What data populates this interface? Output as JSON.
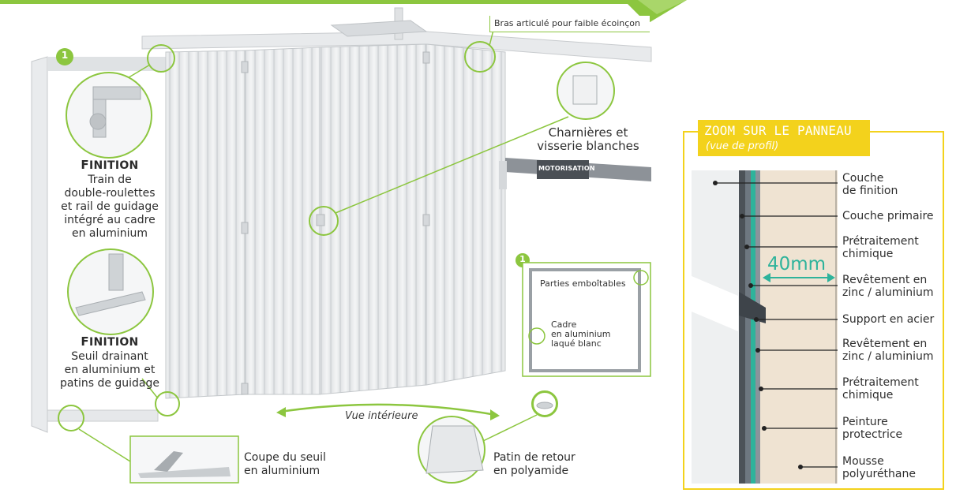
{
  "colors": {
    "accent_green": "#8cc63f",
    "zoom_yellow": "#f3d21c",
    "teal": "#2eb39b",
    "foam": "#efe3d2"
  },
  "top_note": "Bras articulé pour faible écoinçon",
  "motor_label": "MOTORISATION",
  "step_number": "1",
  "hinges": {
    "line1": "Charnières et",
    "line2": "visserie blanches"
  },
  "finish1": {
    "heading": "Finition",
    "lines": [
      "Train de",
      "double-roulettes",
      "et rail de guidage",
      "intégré au cadre",
      "en aluminium"
    ]
  },
  "finish2": {
    "heading": "Finition",
    "lines": [
      "Seuil drainant",
      "en aluminium et",
      "patins de guidage"
    ]
  },
  "interior_view": "Vue intérieure",
  "frame_inset": {
    "top_label": "Parties emboîtables",
    "lines": [
      "Cadre",
      "en aluminium",
      "laqué blanc"
    ]
  },
  "threshold": {
    "line1": "Coupe du seuil",
    "line2": "en aluminium"
  },
  "pad": {
    "line1": "Patin de retour",
    "line2": "en polyamide"
  },
  "zoom": {
    "title": "ZOOM SUR LE PANNEAU",
    "subtitle": "(vue de profil)",
    "dimension": "40mm",
    "layers": [
      {
        "lines": [
          "Couche",
          "de finition"
        ]
      },
      {
        "lines": [
          "Couche primaire"
        ]
      },
      {
        "lines": [
          "Prétraitement",
          "chimique"
        ]
      },
      {
        "lines": [
          "Revêtement en",
          "zinc / aluminium"
        ]
      },
      {
        "lines": [
          "Support en acier"
        ]
      },
      {
        "lines": [
          "Revêtement en",
          "zinc / aluminium"
        ]
      },
      {
        "lines": [
          "Prétraitement",
          "chimique"
        ]
      },
      {
        "lines": [
          "Peinture",
          "protectrice"
        ]
      },
      {
        "lines": [
          "Mousse",
          "polyuréthane"
        ]
      }
    ]
  }
}
